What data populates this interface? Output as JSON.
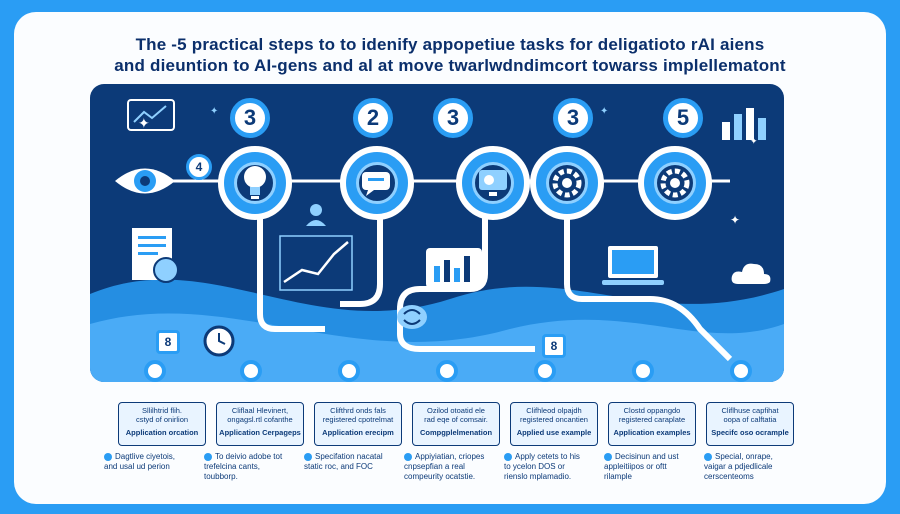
{
  "title": {
    "line1": "The -5 practical steps to to idenify appopetiue tasks for deligatioto rAI aiens",
    "line2": "and dieuntion to AI-gens and al at move twarlwdndimcort towarss implellematont"
  },
  "steps": [
    {
      "badge": "3"
    },
    {
      "badge": "2"
    },
    {
      "badge": "3"
    },
    {
      "badge": "3"
    },
    {
      "badge": "5"
    }
  ],
  "side_markers": [
    "4",
    "8",
    "8"
  ],
  "labels": [
    {
      "line1": "Sllilhtrid flih.",
      "line2": "cstyd of onirlion",
      "sub": "Application orcation"
    },
    {
      "line1": "Cliflaal Hlevinert,",
      "line2": "ongagsl.rtl cofanthe",
      "sub": "Application Cerpageps"
    },
    {
      "line1": "Clifthrd onds fals",
      "line2": "registered cpotrelmat",
      "sub": "Application erecipm"
    },
    {
      "line1": "Ozilod otoatid ele",
      "line2": "rad eqe of comsair.",
      "sub": "Compgplelmenation"
    },
    {
      "line1": "Clifhleod olpajdh",
      "line2": "registered oncantien",
      "sub": "Applied use example"
    },
    {
      "line1": "Clostd oppangdo",
      "line2": "registered caraplate",
      "sub": "Application examples"
    },
    {
      "line1": "Cliflhuse capfihat",
      "line2": "oopa of calftatia",
      "sub": "Specifc oso ocrample"
    }
  ],
  "descriptions": [
    {
      "l1": "Dagtlive ciyetois,",
      "l2": "and usal ud perion"
    },
    {
      "l1": "To deivio adobe tot",
      "l2": "trefelcina cants,",
      "l3": "toubborp."
    },
    {
      "l1": "Specifation nacatal",
      "l2": "static roc, and FOC"
    },
    {
      "l1": "Appiyiatian, criopes",
      "l2": "cnpsepfian a real",
      "l3": "compeurity ocatstie."
    },
    {
      "l1": "Apply cetets to his",
      "l2": "to ycelon DOS or",
      "l3": "rienslo mplamadio."
    },
    {
      "l1": "Decisinun and ust",
      "l2": "appleitiipos or oftt",
      "l3": "rilample"
    },
    {
      "l1": "Special, onrape,",
      "l2": "vaigar a pdjedlicale",
      "l3": "cerscenteoms"
    }
  ],
  "colors": {
    "background": "#2a9df4",
    "panel": "#0c3a78",
    "accent": "#2a9df4",
    "light": "#8fd0ff",
    "card": "#fbfdff"
  },
  "icons": [
    "eye-icon",
    "lightbulb-icon",
    "chat-icon",
    "user-icon",
    "monitor-icon",
    "gear-icon",
    "gear-icon",
    "chart-icon",
    "laptop-icon",
    "cloud-icon",
    "clock-icon",
    "brain-icon",
    "bar-chart-icon",
    "document-icon"
  ]
}
